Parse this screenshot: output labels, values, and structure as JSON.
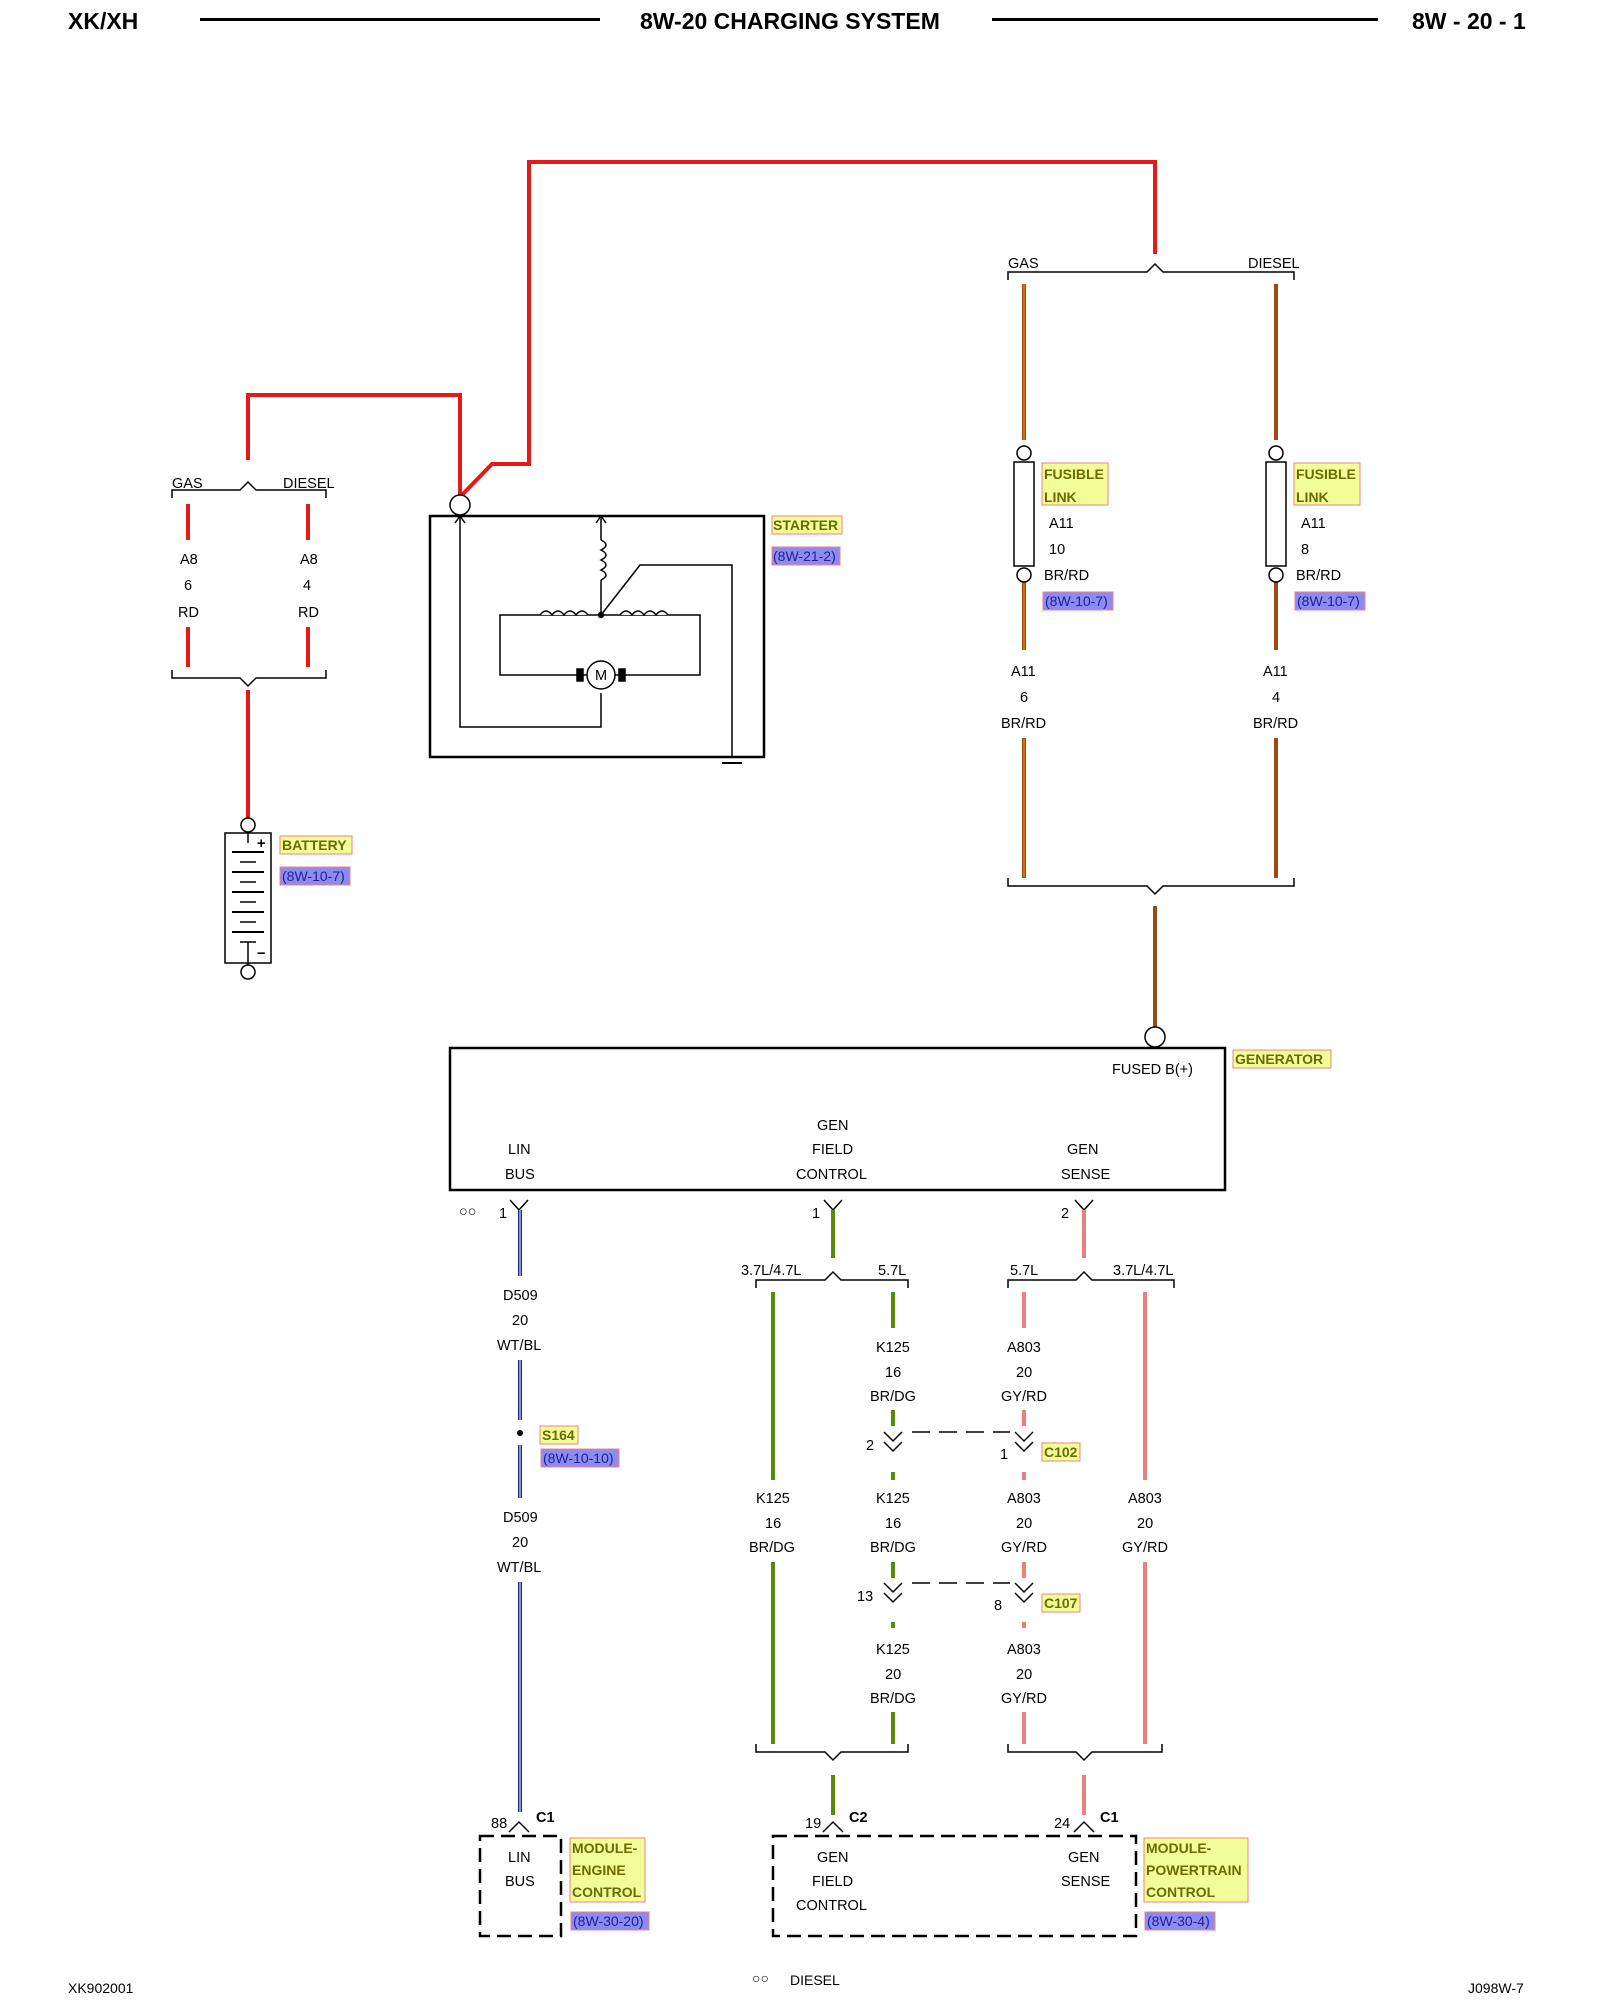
{
  "header": {
    "left": "XK/XH",
    "center": "8W-20 CHARGING SYSTEM",
    "right": "8W - 20 - 1"
  },
  "footer": {
    "left": "XK902001",
    "center_symbol": "○○",
    "center_label": "DIESEL",
    "right": "J098W-7"
  },
  "colors": {
    "wire_red": "#e31a1a",
    "wire_brown": "#9c4a12",
    "wire_orange_stripe": "#ff8a00",
    "wire_green": "#5a8a0c",
    "wire_blue": "#1a2a80",
    "wire_pink": "#e88080",
    "label_bg_yellow": "#f2ff99",
    "label_bg_blue": "#8c8cf0",
    "label_border": "#f08080"
  },
  "left_branch": {
    "gas": "GAS",
    "diesel": "DIESEL",
    "gas_wire": {
      "circuit": "A8",
      "gauge": "6",
      "color": "RD"
    },
    "diesel_wire": {
      "circuit": "A8",
      "gauge": "4",
      "color": "RD"
    }
  },
  "battery": {
    "name": "BATTERY",
    "ref": "(8W-10-7)",
    "plus": "+",
    "minus": "−"
  },
  "starter": {
    "name": "STARTER",
    "ref": "(8W-21-2)",
    "motor": "M"
  },
  "right_branch": {
    "gas": "GAS",
    "diesel": "DIESEL",
    "fusible_gas": {
      "name_1": "FUSIBLE",
      "name_2": "LINK",
      "circuit": "A11",
      "gauge": "10",
      "color": "BR/RD",
      "ref": "(8W-10-7)"
    },
    "fusible_diesel": {
      "name_1": "FUSIBLE",
      "name_2": "LINK",
      "circuit": "A11",
      "gauge": "8",
      "color": "BR/RD",
      "ref": "(8W-10-7)"
    },
    "gas_wire": {
      "circuit": "A11",
      "gauge": "6",
      "color": "BR/RD"
    },
    "diesel_wire": {
      "circuit": "A11",
      "gauge": "4",
      "color": "BR/RD"
    }
  },
  "generator": {
    "name": "GENERATOR",
    "fused": "FUSED B(+)",
    "pin_lin_1": "LIN",
    "pin_lin_2": "BUS",
    "pin_field_1": "GEN",
    "pin_field_2": "FIELD",
    "pin_field_3": "CONTROL",
    "pin_sense_1": "GEN",
    "pin_sense_2": "SENSE"
  },
  "lin_circuit": {
    "diesel_symbol": "○○",
    "pin": "1",
    "wire1": {
      "circuit": "D509",
      "gauge": "20",
      "color": "WT/BL"
    },
    "splice": "S164",
    "splice_ref": "(8W-10-10)",
    "wire2": {
      "circuit": "D509",
      "gauge": "20",
      "color": "WT/BL"
    },
    "ecm_pin": "88",
    "ecm_conn": "C1"
  },
  "field_circuit": {
    "pin": "1",
    "left_label": "3.7L/4.7L",
    "right_label": "5.7L",
    "w_top": {
      "circuit": "K125",
      "gauge": "16",
      "color": "BR/DG"
    },
    "c102_pin": "2",
    "w_mid": {
      "circuit": "K125",
      "gauge": "16",
      "color": "BR/DG"
    },
    "w_left": {
      "circuit": "K125",
      "gauge": "16",
      "color": "BR/DG"
    },
    "c107_pin": "13",
    "w_bot": {
      "circuit": "K125",
      "gauge": "20",
      "color": "BR/DG"
    },
    "pcm_pin": "19",
    "pcm_conn": "C2"
  },
  "sense_circuit": {
    "pin": "2",
    "left_label": "5.7L",
    "right_label": "3.7L/4.7L",
    "w_top": {
      "circuit": "A803",
      "gauge": "20",
      "color": "GY/RD"
    },
    "c102_pin": "1",
    "c102": "C102",
    "w_mid": {
      "circuit": "A803",
      "gauge": "20",
      "color": "GY/RD"
    },
    "w_right": {
      "circuit": "A803",
      "gauge": "20",
      "color": "GY/RD"
    },
    "c107_pin": "8",
    "c107": "C107",
    "w_bot": {
      "circuit": "A803",
      "gauge": "20",
      "color": "GY/RD"
    },
    "pcm_pin": "24",
    "pcm_conn": "C1"
  },
  "ecm": {
    "name_1": "MODULE-",
    "name_2": "ENGINE",
    "name_3": "CONTROL",
    "ref": "(8W-30-20)",
    "pin_1": "LIN",
    "pin_2": "BUS"
  },
  "pcm": {
    "name_1": "MODULE-",
    "name_2": "POWERTRAIN",
    "name_3": "CONTROL",
    "ref": "(8W-30-4)",
    "field_1": "GEN",
    "field_2": "FIELD",
    "field_3": "CONTROL",
    "sense_1": "GEN",
    "sense_2": "SENSE"
  }
}
